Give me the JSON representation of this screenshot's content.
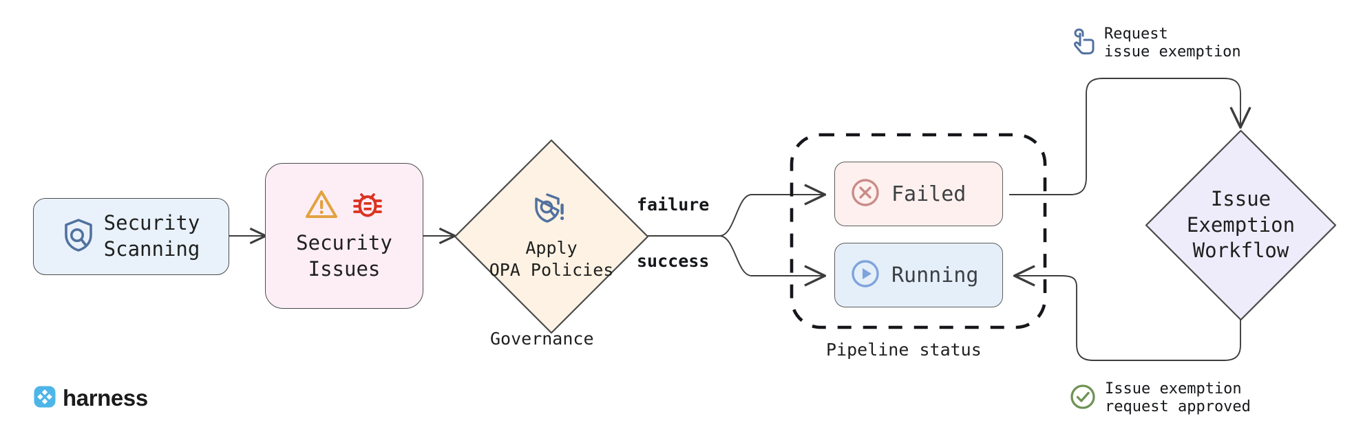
{
  "diagram": {
    "title": "Security scanning governance and issue exemption workflow",
    "background": "#ffffff"
  },
  "nodes": {
    "security_scanning": {
      "label": "Security\nScanning",
      "icon": "shield-search-icon",
      "fill": "#e9f2fb",
      "stroke": "#4a4a4a",
      "icon_color": "#51719f"
    },
    "security_issues": {
      "label": "Security\nIssues",
      "icons": [
        "warning-triangle-icon",
        "bug-icon"
      ],
      "fill": "#fdeef5",
      "stroke": "#4a4a4a",
      "warning_color": "#e2a23f",
      "bug_color": "#dc3220"
    },
    "governance_decision": {
      "label": "Apply\nOPA Policies",
      "caption": "Governance",
      "icon": "shield-search-alert-icon",
      "fill": "#fdf2e3",
      "stroke": "#4a4a4a",
      "icon_color": "#51719f"
    },
    "pipeline_status": {
      "caption": "Pipeline status",
      "stroke": "#15171a",
      "style": "dashed",
      "items": [
        {
          "label": "Failed",
          "icon": "error-circle-icon",
          "fill": "#fdf0ee",
          "stroke": "#5c5c5c",
          "icon_color": "#c98b87"
        },
        {
          "label": "Running",
          "icon": "play-circle-icon",
          "fill": "#e4eff9",
          "stroke": "#5c5c5c",
          "icon_color": "#7fa3dd"
        }
      ]
    },
    "exemption_workflow": {
      "label": "Issue\nExemption\nWorkflow",
      "fill": "#eeecfa",
      "stroke": "#4a4a4a"
    }
  },
  "edges": [
    {
      "from": "security_scanning",
      "to": "security_issues",
      "label": ""
    },
    {
      "from": "security_issues",
      "to": "governance_decision",
      "label": ""
    },
    {
      "from": "governance_decision",
      "to": "failed",
      "label": "failure"
    },
    {
      "from": "governance_decision",
      "to": "running",
      "label": "success"
    },
    {
      "from": "failed",
      "to": "exemption_workflow",
      "label": ""
    },
    {
      "from": "exemption_workflow",
      "to": "running",
      "label": ""
    }
  ],
  "edge_labels": {
    "failure": "failure",
    "success": "success"
  },
  "annotations": [
    {
      "icon": "click-hand-icon",
      "text": "Request\nissue exemption",
      "icon_color": "#51719f"
    },
    {
      "icon": "check-circle-icon",
      "text": "Issue exemption\nrequest approved",
      "icon_color": "#6f9255"
    }
  ],
  "brand": {
    "name": "harness",
    "logo": "harness-logo-icon",
    "logo_color": "#4db5e8",
    "text_color": "#1b1b1b"
  }
}
